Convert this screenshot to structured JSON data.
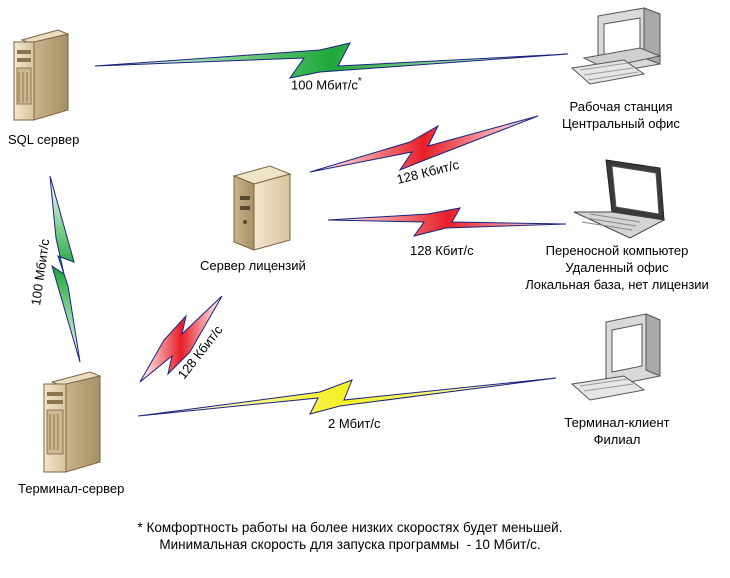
{
  "nodes": {
    "sql_server": "SQL сервер",
    "license_server": "Сервер лицензий",
    "terminal_server": "Терминал-сервер",
    "workstation": {
      "line1": "Рабочая станция",
      "line2": "Центральный офис"
    },
    "laptop": {
      "line1": "Переносной компьютер",
      "line2": "Удаленный офис",
      "line3": "Локальная база, нет лицензии"
    },
    "terminal_client": {
      "line1": "Терминал-клиент",
      "line2": "Филиал"
    }
  },
  "links": {
    "sql_to_workstation": "100 Мбит/с",
    "sql_to_workstation_mark": "*",
    "license_to_workstation": "128 Кбит/с",
    "license_to_laptop": "128 Кбит/с",
    "sql_to_terminal": "100 Мбит/с",
    "terminal_to_license": "128 Кбит/с",
    "terminal_to_client": "2 Мбит/с"
  },
  "footnote": {
    "line1": "* Комфортность работы на более низких скоростях будет меньшей.",
    "line2": "Минимальная скорость для запуска программы  - 10 Мбит/с."
  },
  "colors": {
    "fast": "#22a83c",
    "slow": "#e8202a",
    "medium": "#f2ee20",
    "edge": "#1a237e"
  }
}
